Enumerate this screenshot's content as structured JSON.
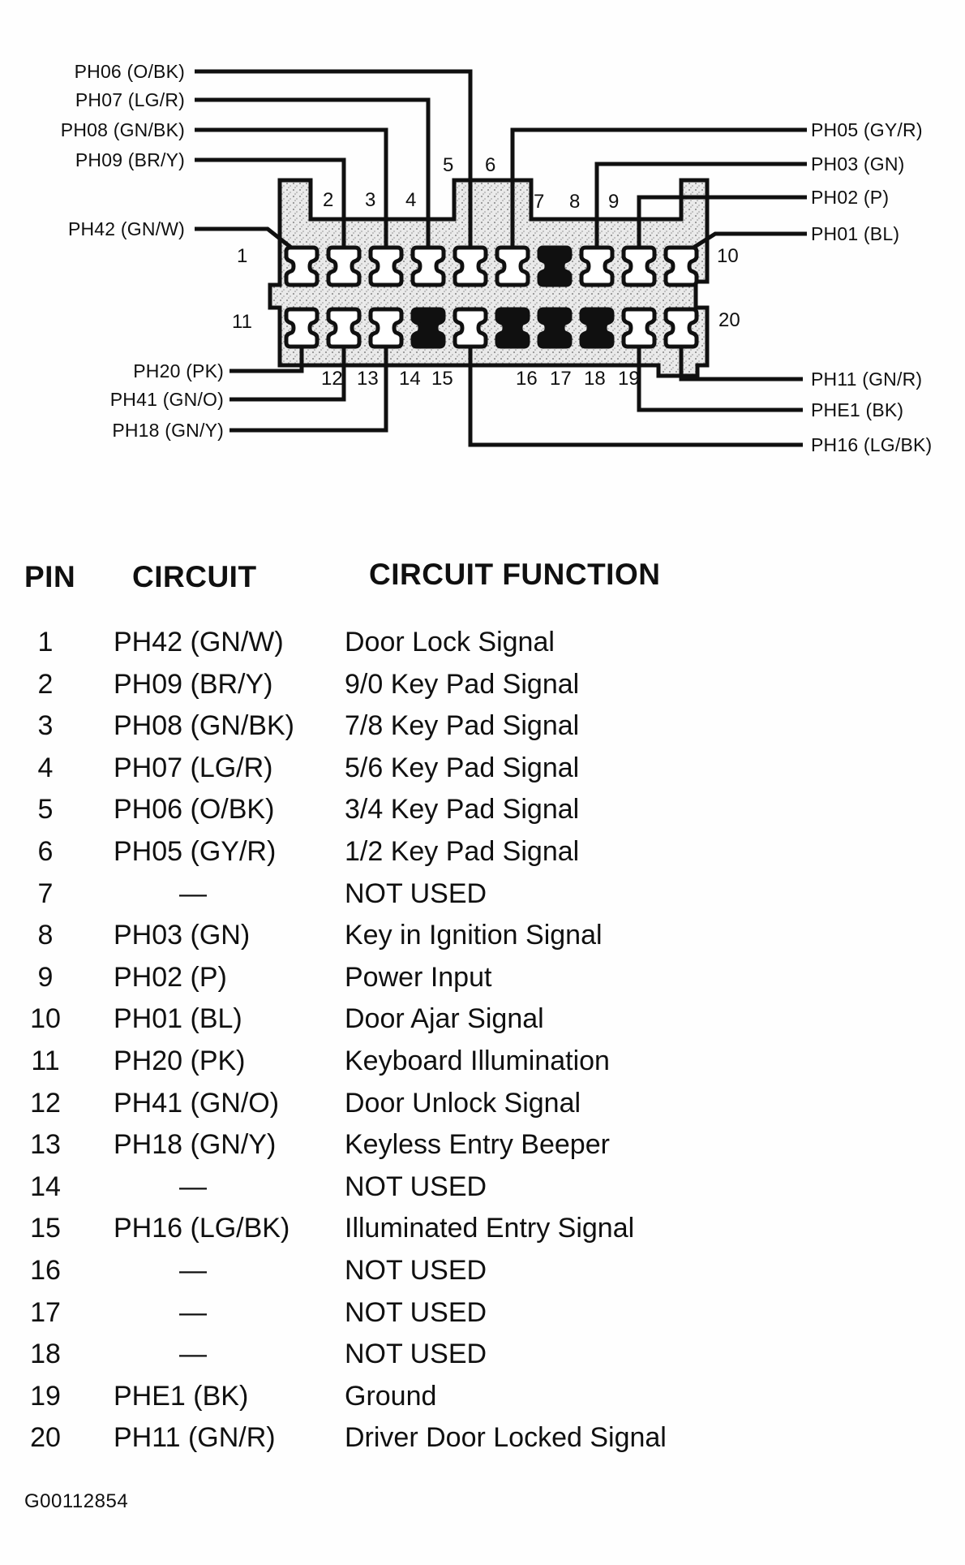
{
  "colors": {
    "ink": "#101010",
    "shell_fill": "#eaeaea",
    "stipple": "#8f8f8f"
  },
  "connector": {
    "labels": {
      "left_top": [
        "PH06 (O/BK)",
        "PH07 (LG/R)",
        "PH08 (GN/BK)",
        "PH09 (BR/Y)",
        "PH42 (GN/W)"
      ],
      "right_top": [
        "PH05 (GY/R)",
        "PH03 (GN)",
        "PH02 (P)",
        "PH01 (BL)"
      ],
      "left_bottom": [
        "PH20 (PK)",
        "PH41 (GN/O)",
        "PH18 (GN/Y)"
      ],
      "right_bottom": [
        "PH11 (GN/R)",
        "PHE1 (BK)",
        "PH16 (LG/BK)"
      ]
    },
    "pin_numbers": [
      "1",
      "2",
      "3",
      "4",
      "5",
      "6",
      "7",
      "8",
      "9",
      "10",
      "11",
      "12",
      "13",
      "14",
      "15",
      "16",
      "17",
      "18",
      "19",
      "20"
    ],
    "pins": [
      {
        "pin": "1",
        "used": true
      },
      {
        "pin": "2",
        "used": true
      },
      {
        "pin": "3",
        "used": true
      },
      {
        "pin": "4",
        "used": true
      },
      {
        "pin": "5",
        "used": true
      },
      {
        "pin": "6",
        "used": true
      },
      {
        "pin": "7",
        "used": false
      },
      {
        "pin": "8",
        "used": true
      },
      {
        "pin": "9",
        "used": true
      },
      {
        "pin": "10",
        "used": true
      },
      {
        "pin": "11",
        "used": true
      },
      {
        "pin": "12",
        "used": true
      },
      {
        "pin": "13",
        "used": true
      },
      {
        "pin": "14",
        "used": false
      },
      {
        "pin": "15",
        "used": true
      },
      {
        "pin": "16",
        "used": false
      },
      {
        "pin": "17",
        "used": false
      },
      {
        "pin": "18",
        "used": false
      },
      {
        "pin": "19",
        "used": true
      },
      {
        "pin": "20",
        "used": true
      }
    ]
  },
  "table": {
    "headers": [
      "PIN",
      "CIRCUIT",
      "CIRCUIT FUNCTION"
    ],
    "rows": [
      {
        "pin": "1",
        "circuit": "PH42 (GN/W)",
        "function": "Door Lock Signal"
      },
      {
        "pin": "2",
        "circuit": "PH09 (BR/Y)",
        "function": "9/0 Key Pad Signal"
      },
      {
        "pin": "3",
        "circuit": "PH08 (GN/BK)",
        "function": "7/8 Key Pad Signal"
      },
      {
        "pin": "4",
        "circuit": "PH07 (LG/R)",
        "function": "5/6 Key Pad Signal"
      },
      {
        "pin": "5",
        "circuit": "PH06 (O/BK)",
        "function": "3/4 Key Pad Signal"
      },
      {
        "pin": "6",
        "circuit": "PH05 (GY/R)",
        "function": "1/2 Key Pad Signal"
      },
      {
        "pin": "7",
        "circuit": "—",
        "function": "NOT USED"
      },
      {
        "pin": "8",
        "circuit": "PH03 (GN)",
        "function": "Key in Ignition Signal"
      },
      {
        "pin": "9",
        "circuit": "PH02 (P)",
        "function": "Power Input"
      },
      {
        "pin": "10",
        "circuit": "PH01 (BL)",
        "function": "Door Ajar Signal"
      },
      {
        "pin": "11",
        "circuit": "PH20 (PK)",
        "function": "Keyboard Illumination"
      },
      {
        "pin": "12",
        "circuit": "PH41 (GN/O)",
        "function": "Door Unlock Signal"
      },
      {
        "pin": "13",
        "circuit": "PH18 (GN/Y)",
        "function": "Keyless Entry Beeper"
      },
      {
        "pin": "14",
        "circuit": "—",
        "function": "NOT USED"
      },
      {
        "pin": "15",
        "circuit": "PH16 (LG/BK)",
        "function": "Illuminated Entry Signal"
      },
      {
        "pin": "16",
        "circuit": "—",
        "function": "NOT USED"
      },
      {
        "pin": "17",
        "circuit": "—",
        "function": "NOT USED"
      },
      {
        "pin": "18",
        "circuit": "—",
        "function": "NOT USED"
      },
      {
        "pin": "19",
        "circuit": "PHE1 (BK)",
        "function": "Ground"
      },
      {
        "pin": "20",
        "circuit": "PH11 (GN/R)",
        "function": "Driver Door Locked Signal"
      }
    ]
  },
  "footer": {
    "code": "G00112854"
  }
}
